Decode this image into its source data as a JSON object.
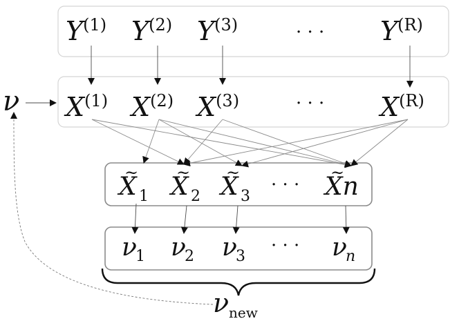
{
  "y_row": [
    {
      "base": "Y",
      "sup": "(1)"
    },
    {
      "base": "Y",
      "sup": "(2)"
    },
    {
      "base": "Y",
      "sup": "(3)"
    },
    {
      "base": "Y",
      "sup": "(R)"
    }
  ],
  "x_row": [
    {
      "base": "X",
      "sup": "(1)"
    },
    {
      "base": "X",
      "sup": "(2)"
    },
    {
      "base": "X",
      "sup": "(3)"
    },
    {
      "base": "X",
      "sup": "(R)"
    }
  ],
  "xt_row": [
    {
      "base": "X",
      "sub": "1"
    },
    {
      "base": "X",
      "sub": "2"
    },
    {
      "base": "X",
      "sub": "3"
    },
    {
      "base": "X",
      "tail": "n"
    }
  ],
  "nu_row": [
    {
      "base": "ν",
      "sub": "1"
    },
    {
      "base": "ν",
      "sub": "2"
    },
    {
      "base": "ν",
      "sub": "3"
    },
    {
      "base": "ν",
      "sub": "n"
    }
  ],
  "nu_input": {
    "base": "ν"
  },
  "nu_new": {
    "base": "ν",
    "sub": "new"
  },
  "ellipsis": "· · ·",
  "links": [
    [
      0,
      1
    ],
    [
      0,
      3
    ],
    [
      1,
      0
    ],
    [
      1,
      2
    ],
    [
      1,
      3
    ],
    [
      2,
      1
    ],
    [
      2,
      3
    ],
    [
      3,
      1
    ],
    [
      3,
      2
    ],
    [
      3,
      3
    ]
  ]
}
